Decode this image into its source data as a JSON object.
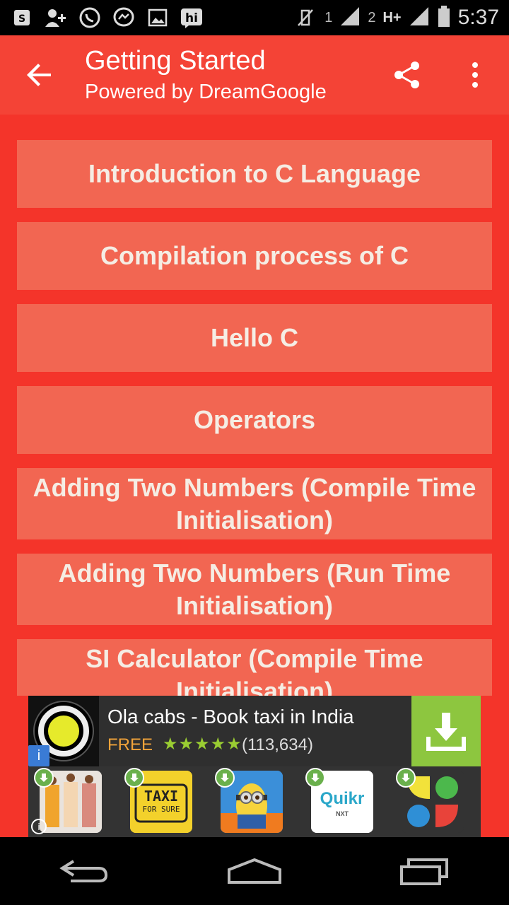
{
  "status_bar": {
    "time": "5:37",
    "sim1": "1",
    "sim2": "2",
    "network": "H+",
    "notification_icons": [
      "shopping-bag-icon",
      "add-contact-icon",
      "whatsapp-icon",
      "messenger-icon",
      "image-icon",
      "hike-icon"
    ]
  },
  "app_bar": {
    "title": "Getting Started",
    "subtitle": "Powered by DreamGoogle",
    "icons": [
      "back-arrow-icon",
      "share-icon",
      "overflow-menu-icon"
    ]
  },
  "topics": [
    {
      "label": "Introduction to C Language"
    },
    {
      "label": "Compilation process of C"
    },
    {
      "label": "Hello C"
    },
    {
      "label": "Operators"
    },
    {
      "label": "Adding Two Numbers (Compile Time Initialisation)"
    },
    {
      "label": "Adding Two Numbers (Run Time Initialisation)"
    },
    {
      "label": "SI Calculator (Compile Time Initialisation)"
    }
  ],
  "ad": {
    "app_name": "Ola cabs - Book taxi in India",
    "price": "FREE",
    "stars": "★★★★★",
    "rating_count": "(113,634)",
    "info": "i",
    "tiles": [
      {
        "name": "fashion-app-tile"
      },
      {
        "name": "taxi-for-sure-tile",
        "text": "TAXI",
        "text2": "FOR SURE"
      },
      {
        "name": "minion-game-tile"
      },
      {
        "name": "quikr-tile",
        "text": "Quikr",
        "text2": "NXT"
      },
      {
        "name": "colorful-app-tile"
      }
    ]
  },
  "colors": {
    "app_bar": "#f44336",
    "background": "#f4342a",
    "item": "#f26652",
    "item_text": "#f5ede4",
    "download": "#8dc63f"
  }
}
